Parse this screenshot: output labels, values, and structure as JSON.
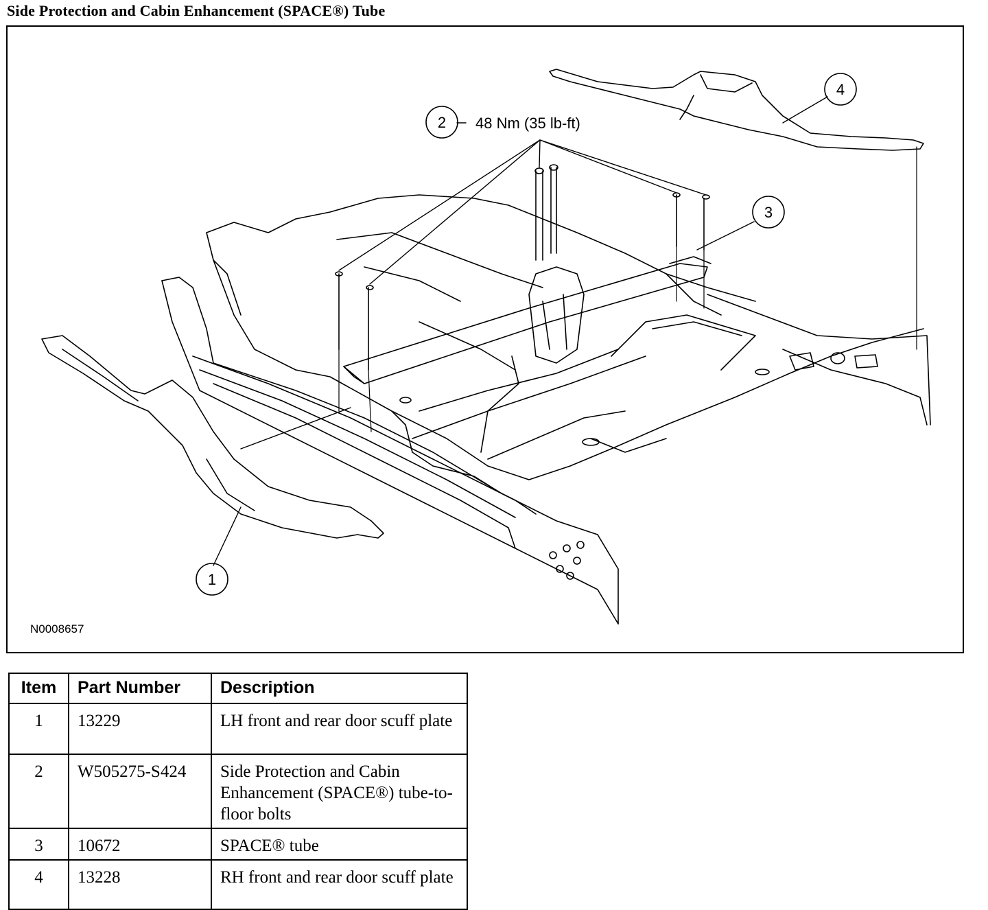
{
  "title": "Side Protection and Cabin Enhancement (SPACE®) Tube",
  "figure": {
    "id": "N0008657",
    "callouts": [
      {
        "num": "1",
        "text": ""
      },
      {
        "num": "2",
        "text": "48 Nm (35 lb-ft)"
      },
      {
        "num": "3",
        "text": ""
      },
      {
        "num": "4",
        "text": ""
      }
    ]
  },
  "table": {
    "headers": [
      "Item",
      "Part Number",
      "Description"
    ],
    "rows": [
      {
        "item": "1",
        "part": "13229",
        "desc": "LH front and rear door scuff plate"
      },
      {
        "item": "2",
        "part": "W505275-S424",
        "desc": "Side Protection and Cabin Enhancement (SPACE®) tube-to-floor bolts"
      },
      {
        "item": "3",
        "part": "10672",
        "desc": "SPACE® tube"
      },
      {
        "item": "4",
        "part": "13228",
        "desc": "RH front and rear door scuff plate"
      }
    ]
  }
}
